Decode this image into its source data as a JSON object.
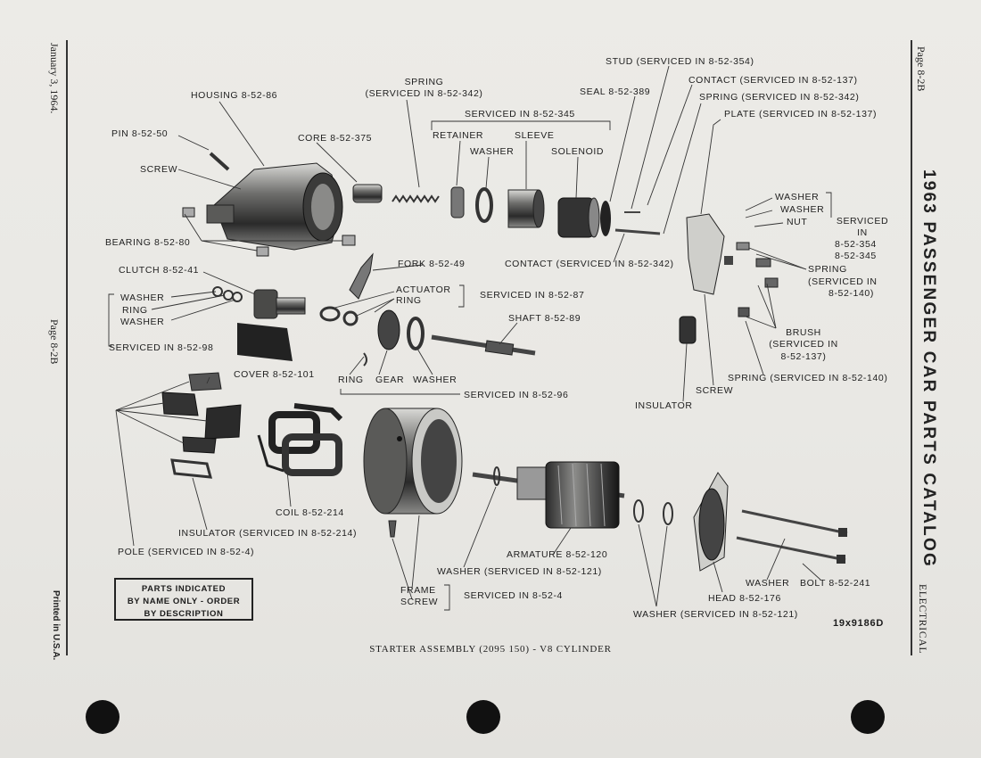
{
  "margin": {
    "left_date": "January 3, 1964.",
    "left_page": "Page 8-2B",
    "left_printed": "Printed in U.S.A.",
    "right_page": "Page 8-2B",
    "right_title": "1963 PASSENGER CAR PARTS CATALOG",
    "right_section": "ELECTRICAL"
  },
  "labels": {
    "housing": "HOUSING 8-52-86",
    "pin": "PIN 8-52-50",
    "screw_top": "SCREW",
    "bearing": "BEARING 8-52-80",
    "clutch": "CLUTCH 8-52-41",
    "washer_l1": "WASHER",
    "ring_l": "RING",
    "washer_l2": "WASHER",
    "serviced_98": "SERVICED IN 8-52-98",
    "cover": "COVER 8-52-101",
    "core": "CORE 8-52-375",
    "spring_top_1": "SPRING",
    "spring_top_2": "(SERVICED IN 8-52-342)",
    "serviced_345": "SERVICED IN 8-52-345",
    "retainer": "RETAINER",
    "sleeve": "SLEEVE",
    "washer_mid": "WASHER",
    "solenoid": "SOLENOID",
    "seal": "SEAL 8-52-389",
    "stud": "STUD (SERVICED IN 8-52-354)",
    "contact_top": "CONTACT (SERVICED IN 8-52-137)",
    "spring_342": "SPRING (SERVICED IN 8-52-342)",
    "plate": "PLATE (SERVICED IN 8-52-137)",
    "washer_r1": "WASHER",
    "washer_r2": "WASHER",
    "nut": "NUT",
    "serviced_r_1": "SERVICED",
    "serviced_r_2": "IN",
    "serviced_r_3": "8-52-354",
    "serviced_r_4": "8-52-345",
    "spring_r_1": "SPRING",
    "spring_r_2": "(SERVICED IN",
    "spring_r_3": "8-52-140)",
    "fork": "FORK 8-52-49",
    "contact_mid": "CONTACT (SERVICED IN 8-52-342)",
    "actuator": "ACTUATOR",
    "ring_act": "RING",
    "serviced_87": "SERVICED IN 8-52-87",
    "shaft": "SHAFT 8-52-89",
    "ring_bot": "RING",
    "gear": "GEAR",
    "washer_bot": "WASHER",
    "serviced_96": "SERVICED IN 8-52-96",
    "brush_1": "BRUSH",
    "brush_2": "(SERVICED IN",
    "brush_3": "8-52-137)",
    "spring_140": "SPRING (SERVICED IN 8-52-140)",
    "screw_mid": "SCREW",
    "insulator_mid": "INSULATOR",
    "coil": "COIL 8-52-214",
    "insulator_bot": "INSULATOR (SERVICED IN 8-52-214)",
    "pole": "POLE (SERVICED IN 8-52-4)",
    "armature": "ARMATURE 8-52-120",
    "washer_121": "WASHER (SERVICED IN 8-52-121)",
    "frame": "FRAME",
    "screw_bot": "SCREW",
    "serviced_4": "SERVICED IN 8-52-4",
    "washer_bolt_w": "WASHER",
    "bolt": "BOLT 8-52-241",
    "head": "HEAD 8-52-176",
    "washer_121_b": "WASHER (SERVICED IN 8-52-121)"
  },
  "notice": {
    "line1": "PARTS INDICATED",
    "line2": "BY NAME ONLY - ORDER",
    "line3": "BY DESCRIPTION"
  },
  "code": "19x9186D",
  "caption": "STARTER ASSEMBLY (2095 150) - V8 CYLINDER"
}
